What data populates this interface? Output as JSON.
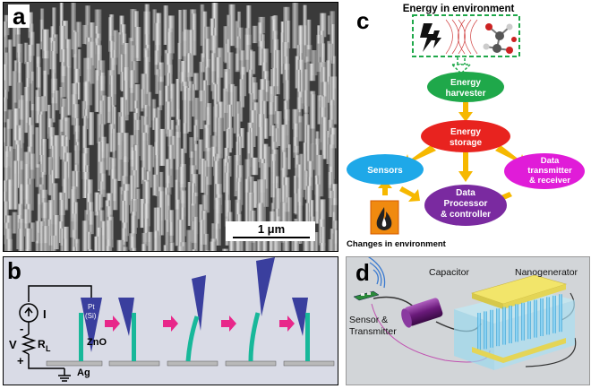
{
  "panel_a": {
    "label": "a",
    "scale_bar_text": "1 μm"
  },
  "panel_b": {
    "label": "b",
    "current_label": "I",
    "voltage_label": "V",
    "resistor_label": "R",
    "resistor_subscript": "L",
    "minus_sign": "-",
    "plus_sign": "+",
    "tip_label_line1": "Pt",
    "tip_label_line2": "(Si)",
    "nanowire_label": "ZnO",
    "electrode_label": "Ag",
    "colors": {
      "tip": "#3a3f9e",
      "nanowire": "#18b89a",
      "arrow": "#e8278a",
      "base": "#b9b9b9"
    }
  },
  "panel_c": {
    "label": "c",
    "energy_in_environment": "Energy in environment",
    "energy_harvester": [
      "Energy",
      "harvester"
    ],
    "energy_storage": [
      "Energy",
      "storage"
    ],
    "sensors": "Sensors",
    "data_transmitter": [
      "Data",
      "transmitter",
      "& receiver"
    ],
    "data_processor": [
      "Data",
      "Processor",
      "& controller"
    ],
    "changes_in_environment": "Changes in environment",
    "colors": {
      "harvester": "#1fa84a",
      "storage": "#e8231f",
      "sensors": "#1ea8e8",
      "transmitter": "#e01cd8",
      "processor": "#7a2aa0",
      "arrow": "#f6b800",
      "dashed": "#1fa84a"
    }
  },
  "panel_d": {
    "label": "d",
    "capacitor_label": "Capacitor",
    "nanogenerator_label": "Nanogenerator",
    "sensor_label": [
      "Sensor &",
      "Transmitter"
    ]
  }
}
